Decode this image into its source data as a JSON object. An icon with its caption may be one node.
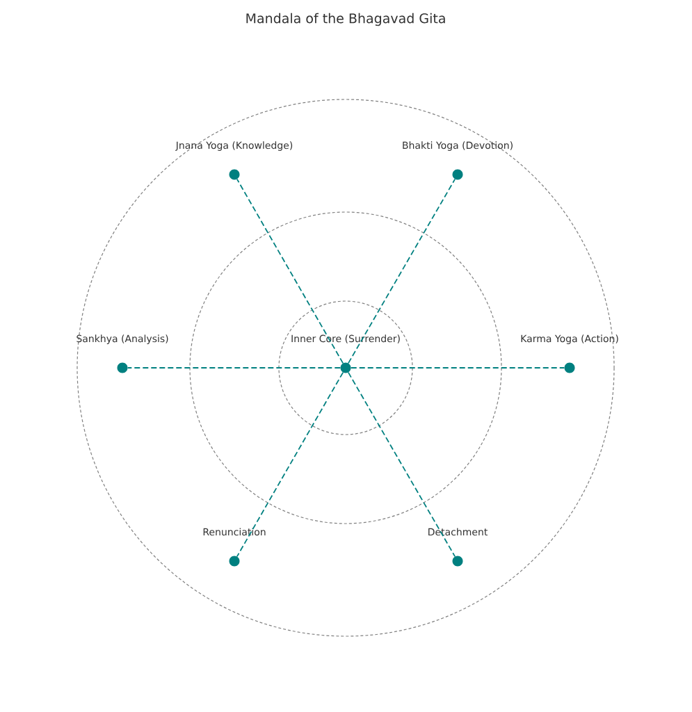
{
  "diagram": {
    "title": "Mandala of the Bhagavad Gita",
    "nodes": [
      {
        "text": [
          "Jnana Yoga (Knowledge)"
        ]
      },
      {
        "text": [
          "Bhakti Yoga (Devotion)"
        ]
      },
      {
        "text": [
          "Sankhya (Analysis)"
        ]
      },
      {
        "text": [
          "Inner Core (Surrender)"
        ]
      },
      {
        "text": [
          "Karma Yoga (Action)"
        ]
      },
      {
        "text": [
          "Renunciation"
        ]
      },
      {
        "text": [
          "Detachment"
        ]
      }
    ],
    "edges": [
      {
        "from": 3,
        "to": 4,
        "arrow": "none",
        "style": "dashed"
      },
      {
        "from": 3,
        "to": 1,
        "arrow": "none",
        "style": "dashed"
      },
      {
        "from": 3,
        "to": 0,
        "arrow": "none",
        "style": "dashed"
      },
      {
        "from": 3,
        "to": 2,
        "arrow": "none",
        "style": "dashed"
      },
      {
        "from": 3,
        "to": 5,
        "arrow": "none",
        "style": "dashed"
      },
      {
        "from": 3,
        "to": 6,
        "arrow": "none",
        "style": "dashed"
      }
    ]
  }
}
